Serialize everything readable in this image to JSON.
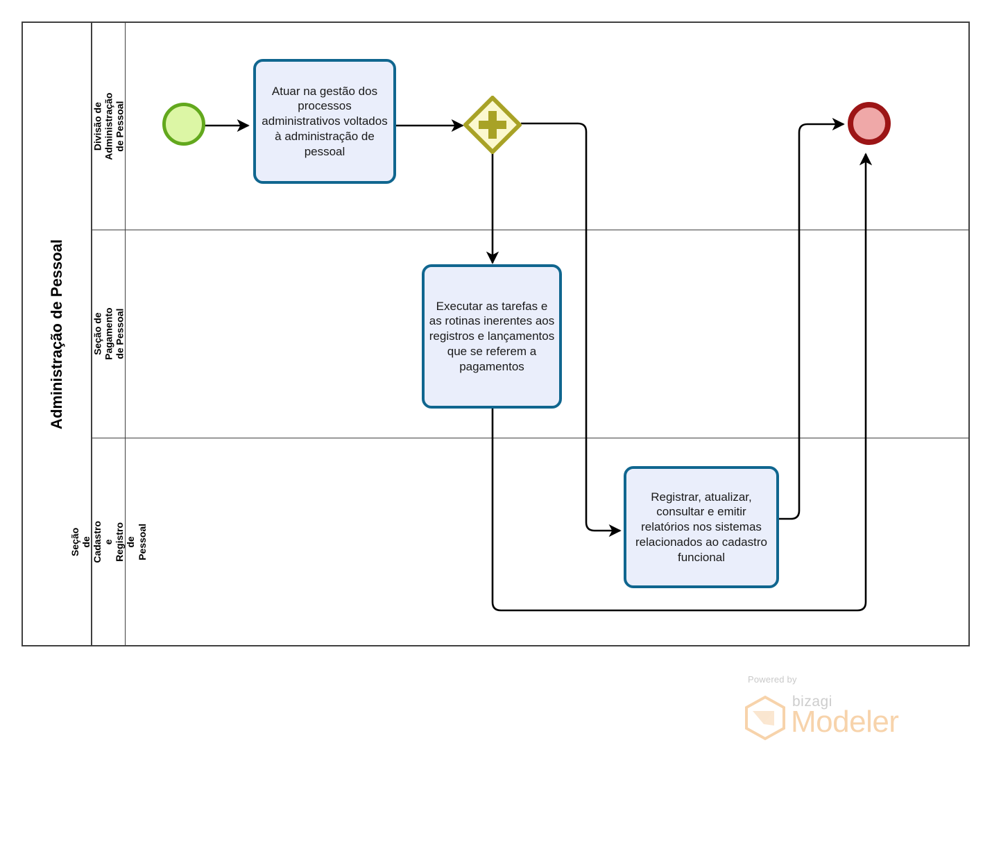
{
  "diagram": {
    "type": "bpmn-process",
    "pool": {
      "name": "Administração de Pessoal"
    },
    "lanes": [
      {
        "id": "lane-divisao",
        "name": "Divisão de Administração de Pessoal"
      },
      {
        "id": "lane-pagamento",
        "name": "Seção de Pagamento de Pessoal"
      },
      {
        "id": "lane-cadastro",
        "name": "Seção de Cadastro e Registro de Pessoal"
      }
    ],
    "events": [
      {
        "id": "start-event",
        "type": "start",
        "lane": "lane-divisao",
        "label": ""
      },
      {
        "id": "end-event",
        "type": "end",
        "lane": "lane-divisao",
        "label": ""
      }
    ],
    "gateways": [
      {
        "id": "parallel-gateway",
        "type": "parallel",
        "lane": "lane-divisao",
        "symbol": "+",
        "label": ""
      }
    ],
    "tasks": [
      {
        "id": "task-gestao-processos",
        "lane": "lane-divisao",
        "name": "Atuar na gestão dos processos administrativos voltados à administração de pessoal"
      },
      {
        "id": "task-pagamentos",
        "lane": "lane-pagamento",
        "name": "Executar as tarefas e as rotinas inerentes aos registros e lançamentos  que se referem a pagamentos"
      },
      {
        "id": "task-cadastro-funcional",
        "lane": "lane-cadastro",
        "name": "Registrar, atualizar, consultar e emitir relatórios nos sistemas relacionados ao cadastro funcional"
      }
    ],
    "flows": [
      {
        "id": "flow-start-to-task1",
        "from": "start-event",
        "to": "task-gestao-processos",
        "label": ""
      },
      {
        "id": "flow-task1-to-gateway",
        "from": "task-gestao-processos",
        "to": "parallel-gateway",
        "label": ""
      },
      {
        "id": "flow-gateway-to-task2",
        "from": "parallel-gateway",
        "to": "task-pagamentos",
        "label": ""
      },
      {
        "id": "flow-gateway-to-task3",
        "from": "parallel-gateway",
        "to": "task-cadastro-funcional",
        "label": ""
      },
      {
        "id": "flow-task3-to-end",
        "from": "task-cadastro-funcional",
        "to": "end-event",
        "label": ""
      },
      {
        "id": "flow-task2-to-end",
        "from": "task-pagamentos",
        "to": "end-event",
        "label": ""
      }
    ]
  },
  "colors": {
    "task_fill": "#eaeefb",
    "task_border": "#10668f",
    "start_fill": "#dcf6a5",
    "start_border": "#62a81d",
    "end_fill": "#efa8a8",
    "end_border": "#9c1516",
    "gateway_fill": "#fbf8cf",
    "gateway_border": "#a8a226",
    "gateway_symbol": "#a8a226",
    "pool_border": "#3f3f3f",
    "flow_line": "#000000",
    "brand_orange": "#f7d3ab"
  },
  "branding": {
    "powered_by": "Powered by",
    "product_prefix": "bizagi",
    "product_name": "Modeler"
  }
}
